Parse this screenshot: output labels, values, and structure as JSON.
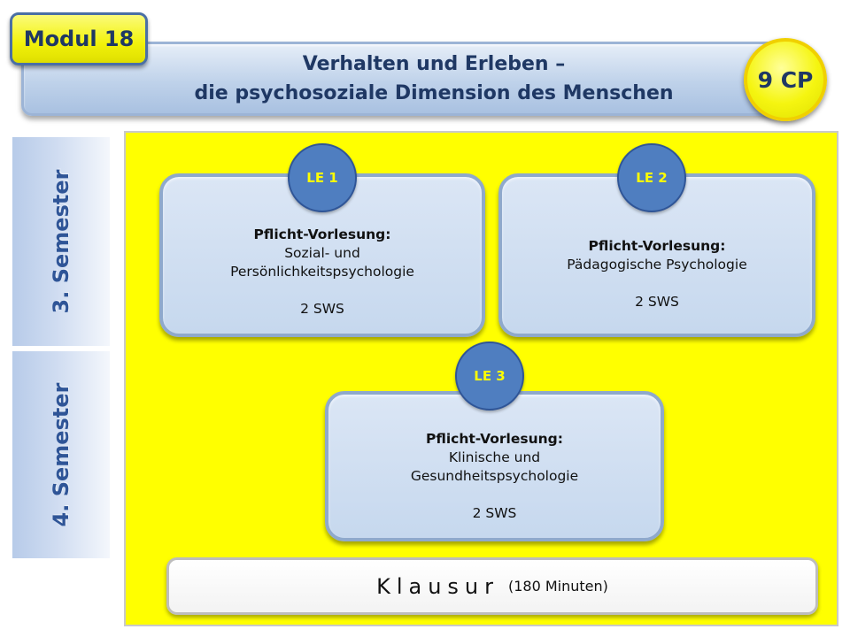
{
  "header": {
    "module_label": "Modul 18",
    "title_line1": "Verhalten und Erleben –",
    "title_line2": "die psychosoziale Dimension des Menschen",
    "credits": "9 CP"
  },
  "semesters": [
    {
      "label": "3. Semester"
    },
    {
      "label": "4. Semester"
    }
  ],
  "units": [
    {
      "badge": "LE 1",
      "type": "Pflicht-Vorlesung:",
      "line1": "Sozial- und",
      "line2": "Persönlichkeitspsychologie",
      "sws": "2 SWS"
    },
    {
      "badge": "LE 2",
      "type": "Pflicht-Vorlesung:",
      "line1": "Pädagogische Psychologie",
      "sws": "2 SWS"
    },
    {
      "badge": "LE 3",
      "type": "Pflicht-Vorlesung:",
      "line1": "Klinische und",
      "line2": "Gesundheitspsychologie",
      "sws": "2 SWS"
    }
  ],
  "exam": {
    "title": "Klausur",
    "duration": "(180 Minuten)"
  },
  "colors": {
    "area_background": "#ffff00",
    "badge_blue": "#4f7ec0",
    "title_navy": "#1f3864",
    "semester_text": "#2f5597"
  }
}
